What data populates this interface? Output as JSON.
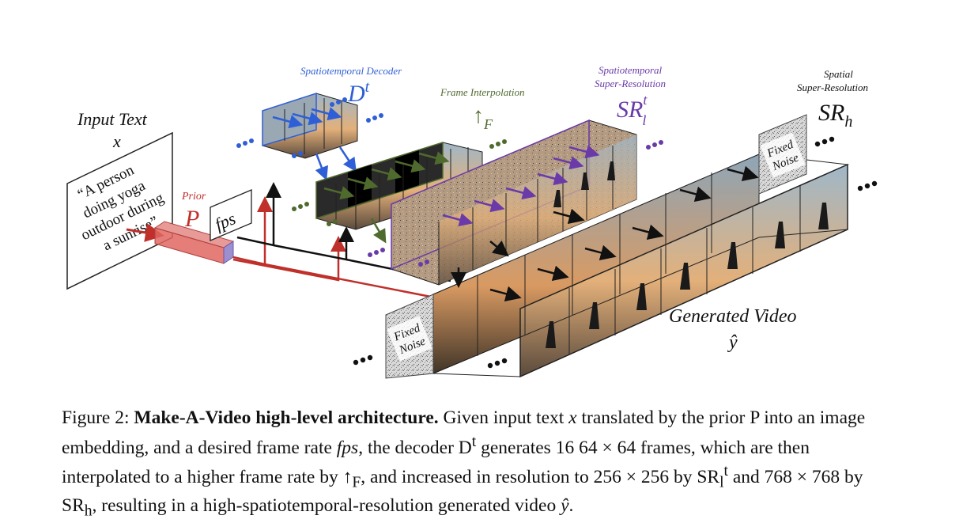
{
  "figure": {
    "input_text_label": "Input Text",
    "input_var": "x",
    "input_card_lines": [
      "“A person",
      "doing yoga",
      "outdoor during",
      "a sunrise”"
    ],
    "prior_label": "Prior",
    "prior_symbol": "P",
    "fps_label": "fps",
    "decoder_label": "Spatiotemporal Decoder",
    "decoder_symbol": "D",
    "decoder_sup": "t",
    "interp_label": "Frame Interpolation",
    "interp_symbol": "↑",
    "interp_sub": "F",
    "sr_l_label_1": "Spatiotemporal",
    "sr_l_label_2": "Super-Resolution",
    "sr_l_symbol": "SR",
    "sr_l_sub": "l",
    "sr_l_sup": "t",
    "sr_h_label_1": "Spatial",
    "sr_h_label_2": "Super-Resolution",
    "sr_h_symbol": "SR",
    "sr_h_sub": "h",
    "fixed_noise_1": "Fixed",
    "fixed_noise_2": "Noise",
    "generated_label": "Generated Video",
    "generated_var": "ŷ",
    "colors": {
      "prior": "#c0302b",
      "decoder": "#2f5fd6",
      "interp": "#4f6a2d",
      "sr_l": "#6a3aa8",
      "sr_h": "#111111"
    }
  },
  "caption": {
    "fig_label": "Figure 2:",
    "title": "Make-A-Video high-level architecture.",
    "t1": " Given input text ",
    "x": "x",
    "t2": " translated by the prior P into an image embedding, and a desired frame rate ",
    "fps": "fps",
    "t3": ", the decoder D",
    "dsup": "t",
    "t4": " generates 16 64 × 64 frames, which are then interpolated to a higher frame rate by ↑",
    "fsub": "F",
    "t5": ", and increased in resolution to 256 × 256 by SR",
    "lsub": "l",
    "lsup": "t",
    "t6": " and 768 × 768 by SR",
    "hsub": "h",
    "t7": ", resulting in a high-spatiotemporal-resolution generated video ",
    "yhat": "ŷ",
    "t8": "."
  }
}
